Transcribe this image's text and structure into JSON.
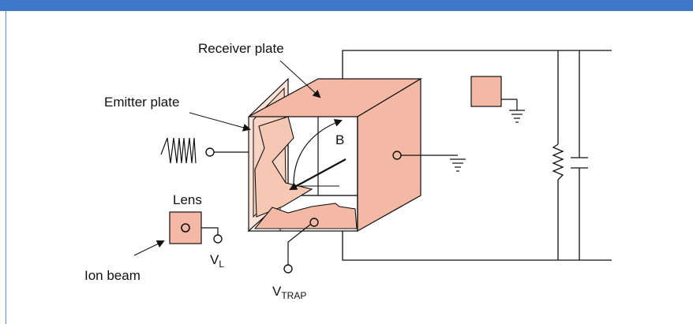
{
  "labels": {
    "receiver_plate": "Receiver plate",
    "emitter_plate": "Emitter plate",
    "b_field": "B",
    "lens": "Lens",
    "ion_beam": "Ion beam",
    "vl_main": "V",
    "vl_sub": "L",
    "vtrap_main": "V",
    "vtrap_sub": "TRAP"
  },
  "colors": {
    "header_bar": "#3f77c9",
    "side_rule": "#5b8fd6",
    "plate_fill": "#f3b9a4",
    "plate_light": "#f8d2c3",
    "plate_lighter": "#fbe3d8",
    "line": "#111111"
  }
}
